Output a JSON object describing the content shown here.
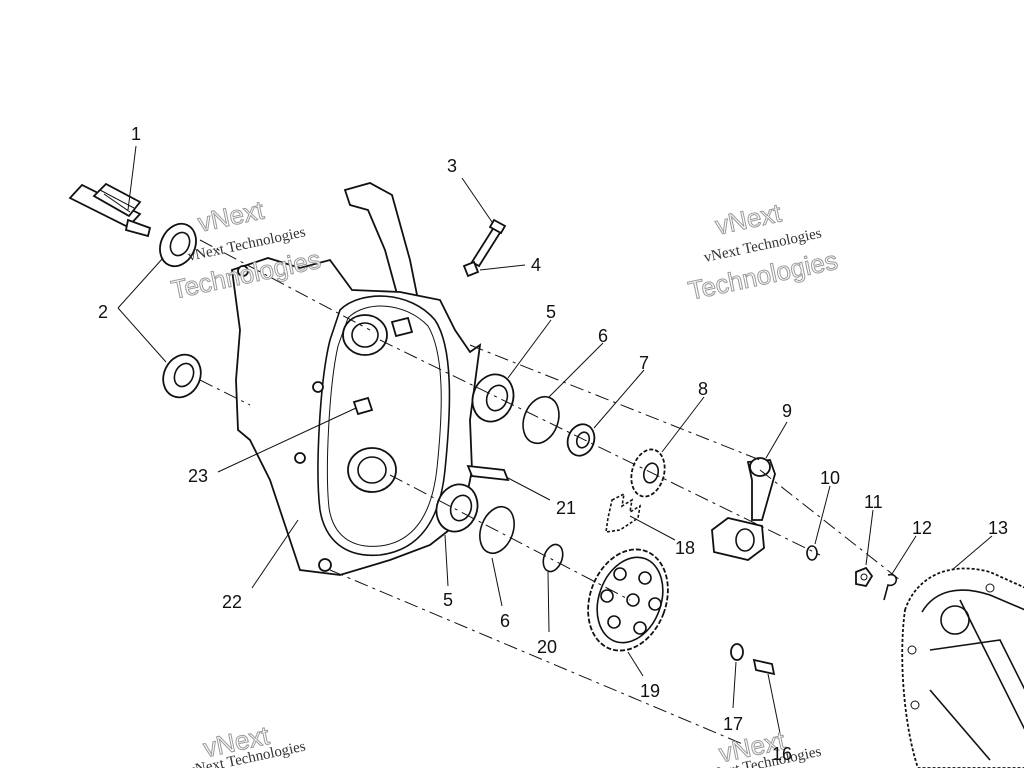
{
  "callouts": {
    "c1": "1",
    "c2": "2",
    "c3": "3",
    "c4": "4",
    "c5a": "5",
    "c5b": "5",
    "c6a": "6",
    "c6b": "6",
    "c7": "7",
    "c8": "8",
    "c9": "9",
    "c10": "10",
    "c11": "11",
    "c12": "12",
    "c13": "13",
    "c16": "16",
    "c17": "17",
    "c18": "18",
    "c19": "19",
    "c20": "20",
    "c21": "21",
    "c22": "22",
    "c23": "23"
  },
  "watermarks": {
    "small": "vNext Technologies",
    "brand": "vNext",
    "large": "Technologies"
  }
}
